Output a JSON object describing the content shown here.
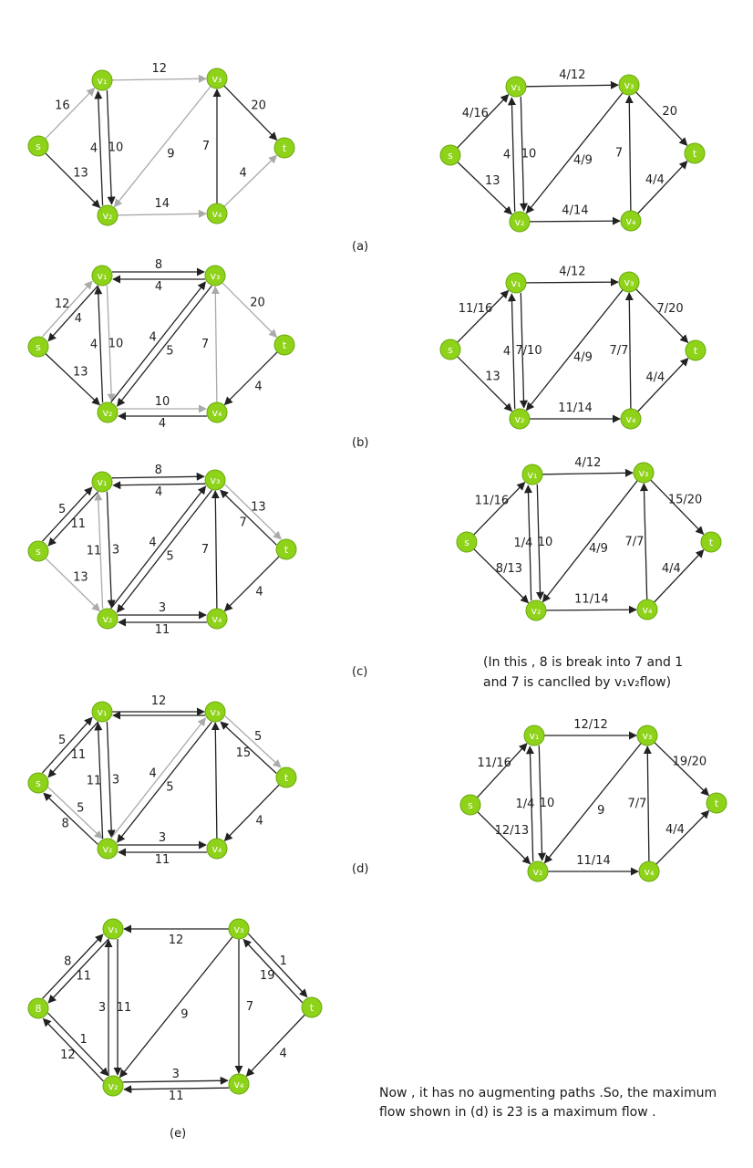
{
  "colors": {
    "node_fill": "#8ed31a",
    "node_stroke": "#6aa90c",
    "edge_dark": "#222222",
    "edge_gray": "#aaaaaa",
    "node_label": "#ffffff"
  },
  "captions": [
    "(a)",
    "(b)",
    "(c)",
    "(d)",
    "(e)"
  ],
  "notes": {
    "c_line1": "(In this , 8 is break into 7 and 1",
    "c_line2": "and 7 is canclled by v₁v₂flow)",
    "e_line1": "Now , it has no augmenting paths .So, the maximum",
    "e_line2": "flow shown in (d) is 23 is a maximum flow ."
  },
  "graphs": [
    {
      "id": "a-residual",
      "nodes": {
        "s": "s",
        "v1": "v₁",
        "v2": "v₂",
        "v3": "v₃",
        "v4": "v₄",
        "t": "t"
      },
      "edges": [
        {
          "from": "s",
          "to": "v1",
          "color": "gray",
          "label": "16"
        },
        {
          "from": "s",
          "to": "v2",
          "color": "dark",
          "label": "13"
        },
        {
          "from": "v1",
          "to": "v2",
          "color": "dark",
          "label": "10",
          "offset": -5
        },
        {
          "from": "v2",
          "to": "v1",
          "color": "dark",
          "label": "4",
          "offset": -5
        },
        {
          "from": "v1",
          "to": "v3",
          "color": "gray",
          "label": "12"
        },
        {
          "from": "v3",
          "to": "v2",
          "color": "gray",
          "label": "9"
        },
        {
          "from": "v2",
          "to": "v4",
          "color": "gray",
          "label": "14"
        },
        {
          "from": "v4",
          "to": "v3",
          "color": "dark",
          "label": "7"
        },
        {
          "from": "v3",
          "to": "t",
          "color": "dark",
          "label": "20"
        },
        {
          "from": "v4",
          "to": "t",
          "color": "gray",
          "label": "4"
        }
      ]
    },
    {
      "id": "a-flow",
      "nodes": {
        "s": "s",
        "v1": "v₁",
        "v2": "v₂",
        "v3": "v₃",
        "v4": "v₄",
        "t": "t"
      },
      "edges": [
        {
          "from": "s",
          "to": "v1",
          "color": "dark",
          "label": "4/16"
        },
        {
          "from": "s",
          "to": "v2",
          "color": "dark",
          "label": "13"
        },
        {
          "from": "v1",
          "to": "v2",
          "color": "dark",
          "label": "10",
          "offset": -5
        },
        {
          "from": "v2",
          "to": "v1",
          "color": "dark",
          "label": "4",
          "offset": -5
        },
        {
          "from": "v1",
          "to": "v3",
          "color": "dark",
          "label": "4/12"
        },
        {
          "from": "v3",
          "to": "v2",
          "color": "dark",
          "label": "4/9"
        },
        {
          "from": "v2",
          "to": "v4",
          "color": "dark",
          "label": "4/14"
        },
        {
          "from": "v4",
          "to": "v3",
          "color": "dark",
          "label": "7"
        },
        {
          "from": "v3",
          "to": "t",
          "color": "dark",
          "label": "20"
        },
        {
          "from": "v4",
          "to": "t",
          "color": "dark",
          "label": "4/4"
        }
      ]
    },
    {
      "id": "b-residual",
      "nodes": {
        "s": "s",
        "v1": "v₁",
        "v2": "v₂",
        "v3": "v₃",
        "v4": "v₄",
        "t": "t"
      },
      "edges": [
        {
          "from": "s",
          "to": "v1",
          "color": "gray",
          "label": "12",
          "offset": -4
        },
        {
          "from": "v1",
          "to": "s",
          "color": "dark",
          "label": "4",
          "offset": -4
        },
        {
          "from": "s",
          "to": "v2",
          "color": "dark",
          "label": "13"
        },
        {
          "from": "v1",
          "to": "v2",
          "color": "gray",
          "label": "10",
          "offset": -5
        },
        {
          "from": "v2",
          "to": "v1",
          "color": "dark",
          "label": "4",
          "offset": -5
        },
        {
          "from": "v1",
          "to": "v3",
          "color": "dark",
          "label": "8",
          "offset": -4
        },
        {
          "from": "v3",
          "to": "v1",
          "color": "dark",
          "label": "4",
          "offset": -4
        },
        {
          "from": "v3",
          "to": "v2",
          "color": "dark",
          "label": "5",
          "offset": -4
        },
        {
          "from": "v2",
          "to": "v3",
          "color": "dark",
          "label": "4",
          "offset": -4
        },
        {
          "from": "v2",
          "to": "v4",
          "color": "gray",
          "label": "10",
          "offset": -4
        },
        {
          "from": "v4",
          "to": "v2",
          "color": "dark",
          "label": "4",
          "offset": -4
        },
        {
          "from": "v4",
          "to": "v3",
          "color": "gray",
          "label": "7"
        },
        {
          "from": "v3",
          "to": "t",
          "color": "gray",
          "label": "20"
        },
        {
          "from": "t",
          "to": "v4",
          "color": "dark",
          "label": "4"
        }
      ]
    },
    {
      "id": "b-flow",
      "nodes": {
        "s": "s",
        "v1": "v₁",
        "v2": "v₂",
        "v3": "v₃",
        "v4": "v₄",
        "t": "t"
      },
      "edges": [
        {
          "from": "s",
          "to": "v1",
          "color": "dark",
          "label": "11/16"
        },
        {
          "from": "s",
          "to": "v2",
          "color": "dark",
          "label": "13"
        },
        {
          "from": "v1",
          "to": "v2",
          "color": "dark",
          "label": "7/10",
          "offset": -5
        },
        {
          "from": "v2",
          "to": "v1",
          "color": "dark",
          "label": "4",
          "offset": -5
        },
        {
          "from": "v1",
          "to": "v3",
          "color": "dark",
          "label": "4/12"
        },
        {
          "from": "v3",
          "to": "v2",
          "color": "dark",
          "label": "4/9"
        },
        {
          "from": "v2",
          "to": "v4",
          "color": "dark",
          "label": "11/14"
        },
        {
          "from": "v4",
          "to": "v3",
          "color": "dark",
          "label": "7/7"
        },
        {
          "from": "v3",
          "to": "t",
          "color": "dark",
          "label": "7/20"
        },
        {
          "from": "v4",
          "to": "t",
          "color": "dark",
          "label": "4/4"
        }
      ]
    },
    {
      "id": "c-residual",
      "nodes": {
        "s": "s",
        "v1": "v₁",
        "v2": "v₂",
        "v3": "v₃",
        "v4": "v₄",
        "t": "t"
      },
      "edges": [
        {
          "from": "s",
          "to": "v1",
          "color": "dark",
          "label": "5",
          "offset": -4
        },
        {
          "from": "v1",
          "to": "s",
          "color": "dark",
          "label": "11",
          "offset": -4
        },
        {
          "from": "s",
          "to": "v2",
          "color": "gray",
          "label": "13"
        },
        {
          "from": "v1",
          "to": "v2",
          "color": "dark",
          "label": "3",
          "offset": -5
        },
        {
          "from": "v2",
          "to": "v1",
          "color": "gray",
          "label": "11",
          "offset": -5
        },
        {
          "from": "v1",
          "to": "v3",
          "color": "dark",
          "label": "8",
          "offset": -4
        },
        {
          "from": "v3",
          "to": "v1",
          "color": "dark",
          "label": "4",
          "offset": -4
        },
        {
          "from": "v3",
          "to": "v2",
          "color": "dark",
          "label": "5",
          "offset": -4
        },
        {
          "from": "v2",
          "to": "v3",
          "color": "dark",
          "label": "4",
          "offset": -4
        },
        {
          "from": "v2",
          "to": "v4",
          "color": "dark",
          "label": "3",
          "offset": -4
        },
        {
          "from": "v4",
          "to": "v2",
          "color": "dark",
          "label": "11",
          "offset": -4
        },
        {
          "from": "v4",
          "to": "v3",
          "color": "dark",
          "label": "7"
        },
        {
          "from": "v3",
          "to": "t",
          "color": "gray",
          "label": "13",
          "offset": -4
        },
        {
          "from": "t",
          "to": "v3",
          "color": "dark",
          "label": "7",
          "offset": -4
        },
        {
          "from": "t",
          "to": "v4",
          "color": "dark",
          "label": "4"
        }
      ]
    },
    {
      "id": "c-flow",
      "nodes": {
        "s": "s",
        "v1": "v₁",
        "v2": "v₂",
        "v3": "v₃",
        "v4": "v₄",
        "t": "t"
      },
      "edges": [
        {
          "from": "s",
          "to": "v1",
          "color": "dark",
          "label": "11/16"
        },
        {
          "from": "s",
          "to": "v2",
          "color": "dark",
          "label": "8/13"
        },
        {
          "from": "v1",
          "to": "v2",
          "color": "dark",
          "label": "10",
          "offset": -5
        },
        {
          "from": "v2",
          "to": "v1",
          "color": "dark",
          "label": "1/4",
          "offset": -5
        },
        {
          "from": "v1",
          "to": "v3",
          "color": "dark",
          "label": "4/12"
        },
        {
          "from": "v3",
          "to": "v2",
          "color": "dark",
          "label": "4/9"
        },
        {
          "from": "v2",
          "to": "v4",
          "color": "dark",
          "label": "11/14"
        },
        {
          "from": "v4",
          "to": "v3",
          "color": "dark",
          "label": "7/7"
        },
        {
          "from": "v3",
          "to": "t",
          "color": "dark",
          "label": "15/20"
        },
        {
          "from": "v4",
          "to": "t",
          "color": "dark",
          "label": "4/4"
        }
      ]
    },
    {
      "id": "d-residual",
      "nodes": {
        "s": "s",
        "v1": "v₁",
        "v2": "v₂",
        "v3": "v₃",
        "v4": "v₄",
        "t": "t"
      },
      "edges": [
        {
          "from": "s",
          "to": "v1",
          "color": "dark",
          "label": "5",
          "offset": -4
        },
        {
          "from": "v1",
          "to": "s",
          "color": "dark",
          "label": "11",
          "offset": -4
        },
        {
          "from": "s",
          "to": "v2",
          "color": "gray",
          "label": "5",
          "offset": -4
        },
        {
          "from": "v2",
          "to": "s",
          "color": "dark",
          "label": "8",
          "offset": -4
        },
        {
          "from": "v1",
          "to": "v2",
          "color": "dark",
          "label": "3",
          "offset": -5
        },
        {
          "from": "v2",
          "to": "v1",
          "color": "dark",
          "label": "11",
          "offset": -5
        },
        {
          "from": "v1",
          "to": "v3",
          "color": "dark",
          "label": "12"
        },
        {
          "from": "v3",
          "to": "v1",
          "color": "dark",
          "label": "",
          "offset": -4
        },
        {
          "from": "v3",
          "to": "v2",
          "color": "dark",
          "label": "5",
          "offset": -4
        },
        {
          "from": "v2",
          "to": "v3",
          "color": "gray",
          "label": "4",
          "offset": -4
        },
        {
          "from": "v2",
          "to": "v4",
          "color": "dark",
          "label": "3",
          "offset": -4
        },
        {
          "from": "v4",
          "to": "v2",
          "color": "dark",
          "label": "11",
          "offset": -4
        },
        {
          "from": "v4",
          "to": "v3",
          "color": "dark",
          "label": ""
        },
        {
          "from": "v3",
          "to": "t",
          "color": "gray",
          "label": "5",
          "offset": -4
        },
        {
          "from": "t",
          "to": "v3",
          "color": "dark",
          "label": "15",
          "offset": -4
        },
        {
          "from": "t",
          "to": "v4",
          "color": "dark",
          "label": "4"
        }
      ]
    },
    {
      "id": "d-flow",
      "nodes": {
        "s": "s",
        "v1": "v₁",
        "v2": "v₂",
        "v3": "v₃",
        "v4": "v₄",
        "t": "t"
      },
      "edges": [
        {
          "from": "s",
          "to": "v1",
          "color": "dark",
          "label": "11/16"
        },
        {
          "from": "s",
          "to": "v2",
          "color": "dark",
          "label": "12/13"
        },
        {
          "from": "v1",
          "to": "v2",
          "color": "dark",
          "label": "10",
          "offset": -5
        },
        {
          "from": "v2",
          "to": "v1",
          "color": "dark",
          "label": "1/4",
          "offset": -5
        },
        {
          "from": "v1",
          "to": "v3",
          "color": "dark",
          "label": "12/12"
        },
        {
          "from": "v3",
          "to": "v2",
          "color": "dark",
          "label": "9"
        },
        {
          "from": "v2",
          "to": "v4",
          "color": "dark",
          "label": "11/14"
        },
        {
          "from": "v4",
          "to": "v3",
          "color": "dark",
          "label": "7/7"
        },
        {
          "from": "v3",
          "to": "t",
          "color": "dark",
          "label": "19/20"
        },
        {
          "from": "v4",
          "to": "t",
          "color": "dark",
          "label": "4/4"
        }
      ]
    },
    {
      "id": "e-residual",
      "nodes": {
        "s": "8",
        "v1": "v₁",
        "v2": "v₂",
        "v3": "v₃",
        "v4": "v₄",
        "t": "t"
      },
      "edges": [
        {
          "from": "s",
          "to": "v1",
          "color": "dark",
          "label": "8",
          "offset": -4
        },
        {
          "from": "v1",
          "to": "s",
          "color": "dark",
          "label": "11",
          "offset": -4
        },
        {
          "from": "s",
          "to": "v2",
          "color": "dark",
          "label": "1",
          "offset": -4
        },
        {
          "from": "v2",
          "to": "s",
          "color": "dark",
          "label": "12",
          "offset": -4
        },
        {
          "from": "v1",
          "to": "v2",
          "color": "dark",
          "label": "11",
          "offset": -5
        },
        {
          "from": "v2",
          "to": "v1",
          "color": "dark",
          "label": "3",
          "offset": -5
        },
        {
          "from": "v3",
          "to": "v1",
          "color": "dark",
          "label": "12"
        },
        {
          "from": "v3",
          "to": "v2",
          "color": "dark",
          "label": "9"
        },
        {
          "from": "v2",
          "to": "v4",
          "color": "dark",
          "label": "3",
          "offset": -4
        },
        {
          "from": "v4",
          "to": "v2",
          "color": "dark",
          "label": "11",
          "offset": -4
        },
        {
          "from": "v3",
          "to": "v4",
          "color": "dark",
          "label": "7"
        },
        {
          "from": "v3",
          "to": "t",
          "color": "dark",
          "label": "1",
          "offset": -4
        },
        {
          "from": "t",
          "to": "v3",
          "color": "dark",
          "label": "19",
          "offset": -4
        },
        {
          "from": "t",
          "to": "v4",
          "color": "dark",
          "label": "4"
        }
      ]
    }
  ]
}
